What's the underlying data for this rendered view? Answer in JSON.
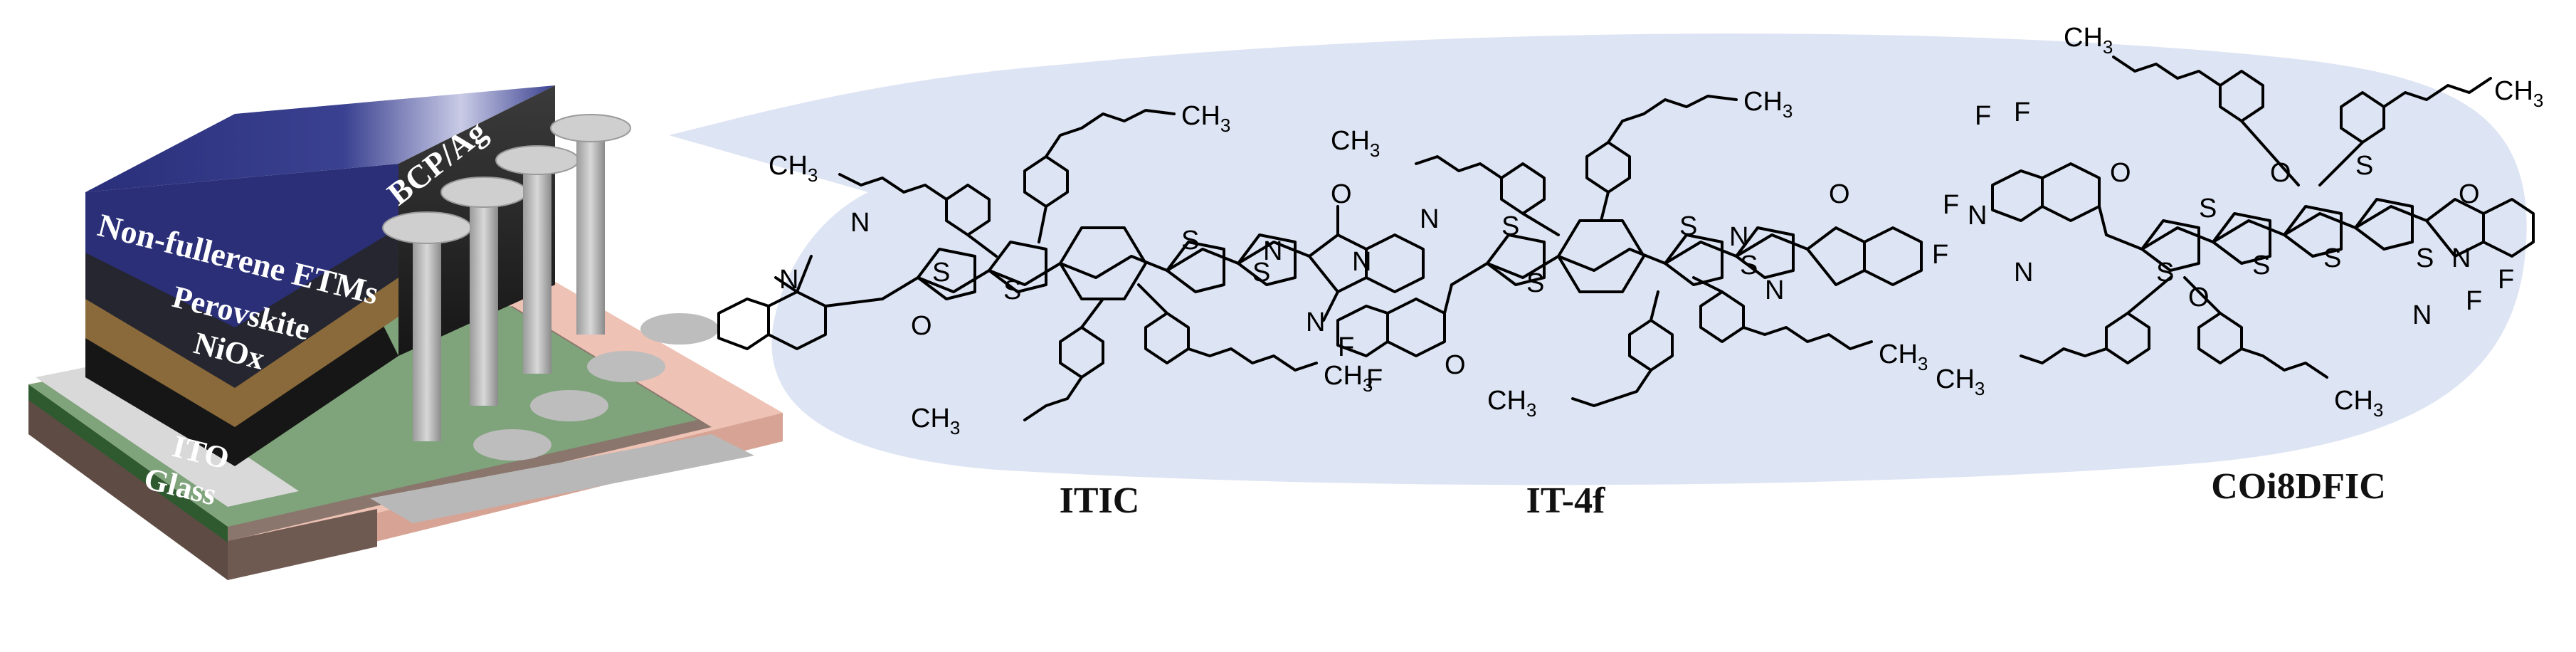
{
  "device": {
    "layers": {
      "top_contact": "BCP/Ag",
      "etm": "Non-fullerene ETMs",
      "absorber": "Perovskite",
      "htl": "NiOx",
      "anode": "ITO",
      "substrate": "Glass"
    }
  },
  "molecules": [
    {
      "name": "ITIC",
      "atoms": {
        "methyl_a": "CH3",
        "methyl_b": "CH3",
        "methyl_c": "CH3",
        "methyl_d": "CH3",
        "s1": "S",
        "s2": "S",
        "s3": "S",
        "s4": "S",
        "o1": "O",
        "o2": "O",
        "n1": "N",
        "n2": "N",
        "n3": "N",
        "n4": "N"
      }
    },
    {
      "name": "IT-4f",
      "atoms": {
        "methyl_a": "CH3",
        "methyl_b": "CH3",
        "methyl_c": "CH3",
        "methyl_d": "CH3",
        "s1": "S",
        "s2": "S",
        "s3": "S",
        "s4": "S",
        "o1": "O",
        "o2": "O",
        "n1": "N",
        "n2": "N",
        "n3": "N",
        "n4": "N",
        "f1": "F",
        "f2": "F",
        "f3": "F",
        "f4": "F"
      }
    },
    {
      "name": "COi8DFIC",
      "atoms": {
        "methyl_a": "CH3",
        "methyl_b": "CH3",
        "methyl_c": "CH3",
        "methyl_d": "CH3",
        "s1": "S",
        "s2": "S",
        "s3": "S",
        "s4": "S",
        "s5": "S",
        "s6": "S",
        "o1": "O",
        "o2": "O",
        "o3": "O",
        "o4": "O",
        "n1": "N",
        "n2": "N",
        "n3": "N",
        "n4": "N",
        "f1": "F",
        "f2": "F",
        "f3": "F",
        "f4": "F"
      }
    }
  ],
  "colors": {
    "callout": "#dbe3f2",
    "top_contact": "#2a2f78",
    "etm": "#2a2a33",
    "absorber": "#8a6a3a",
    "htl": "#1a1a1a",
    "ito": "#7fa37a",
    "glass": "#6f5a52",
    "substrate_board": "#eec2b4",
    "electrode": "#b8b8b8"
  }
}
